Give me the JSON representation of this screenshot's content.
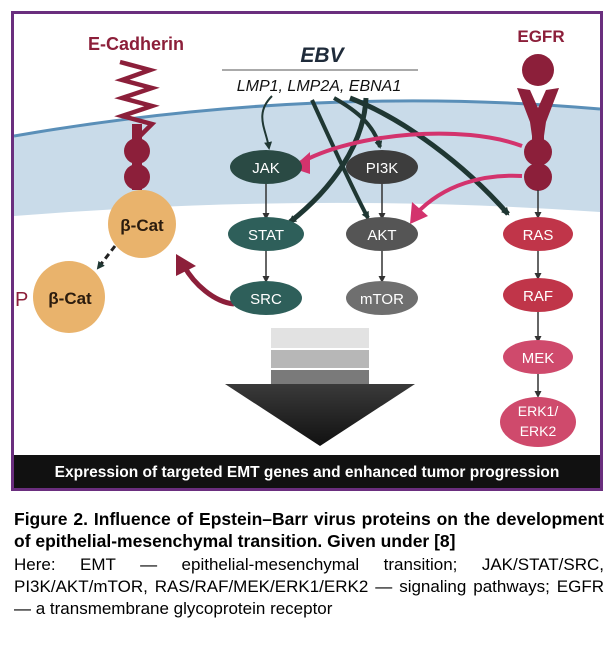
{
  "diagram": {
    "labels": {
      "ecadherin": "E-Cadherin",
      "egfr": "EGFR",
      "ebv": "EBV",
      "ebv_proteins": "LMP1, LMP2A, EBNA1",
      "beta_cat_membrane": "β-Cat",
      "beta_cat_phospho": "β-Cat",
      "phospho_mark": "P",
      "jak": "JAK",
      "stat": "STAT",
      "src": "SRC",
      "pi3k": "PI3K",
      "akt": "AKT",
      "mtor": "mTOR",
      "ras": "RAS",
      "raf": "RAF",
      "mek": "MEK",
      "erk_line1": "ERK1/",
      "erk_line2": "ERK2"
    },
    "banner": "Expression of targeted EMT genes and enhanced tumor progression"
  },
  "caption": {
    "title": "Figure 2. Influence of Epstein–Barr virus proteins on the development of epithelial-mesenchymal transition. Given under [8]",
    "body": "Here: EMT — epithelial-mesenchymal transition; JAK/STAT/SRC, PI3K/AKT/mTOR, RAS/RAF/MEK/ERK1/ERK2 — signaling pathways; EGFR — a transmembrane glycoprotein receptor"
  },
  "colors": {
    "frame": "#6a2e7e",
    "membrane": "#c9dbe9",
    "membrane_line": "#5a8fb8",
    "receptor": "#8c1f3a",
    "beta_cat": "#e9b36c",
    "node_dark_teal": "#2a4a44",
    "node_teal": "#2e5f5a",
    "node_grey": "#555555",
    "node_light_grey": "#6f6f6f",
    "node_red": "#c03549",
    "node_pink": "#cf4a6c",
    "arrow_magenta": "#d3336d",
    "arrow_dark": "#1f3733",
    "banner_bg": "#111111",
    "banner_text": "#ffffff"
  }
}
